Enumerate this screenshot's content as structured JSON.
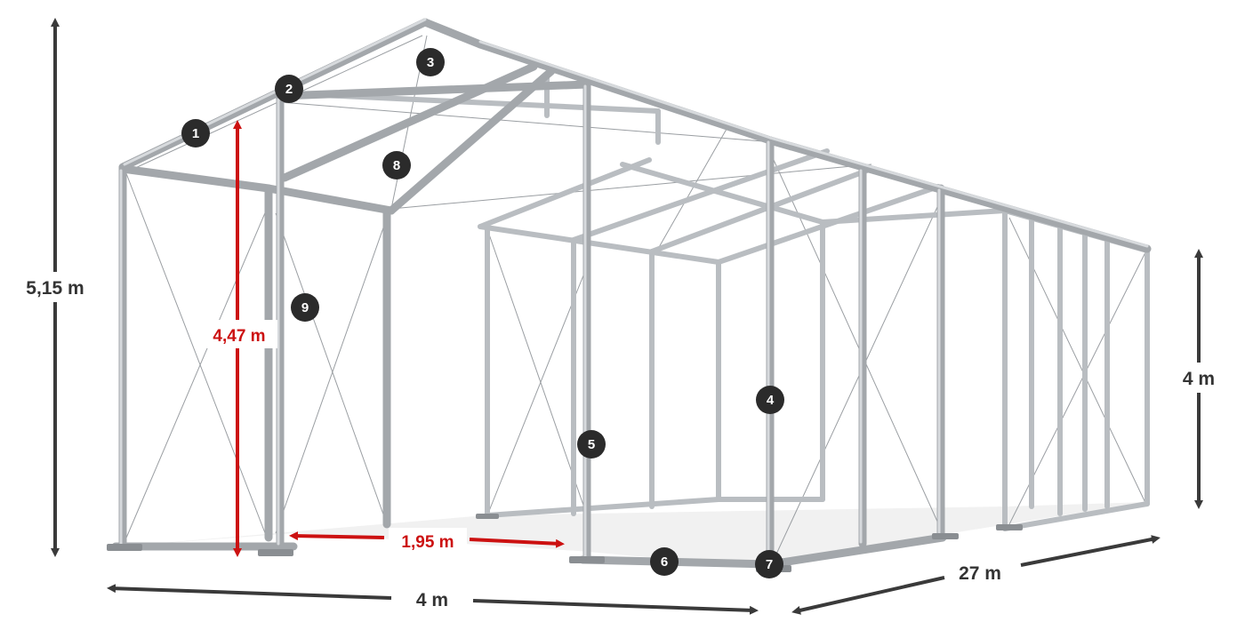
{
  "dimensions": {
    "total_height": "5,15 m",
    "side_height": "4 m",
    "inner_height": "4,47 m",
    "door_width": "1,95 m",
    "width": "4 m",
    "length": "27 m"
  },
  "markers": [
    "1",
    "2",
    "3",
    "4",
    "5",
    "6",
    "7",
    "8",
    "9"
  ],
  "colors": {
    "dimension_dark": "#3a3a3a",
    "dimension_accent": "#cc1111",
    "frame": "#a9adb1",
    "frame_dark": "#7d8287",
    "marker_bg": "#2b2b2b",
    "marker_text": "#ffffff"
  }
}
